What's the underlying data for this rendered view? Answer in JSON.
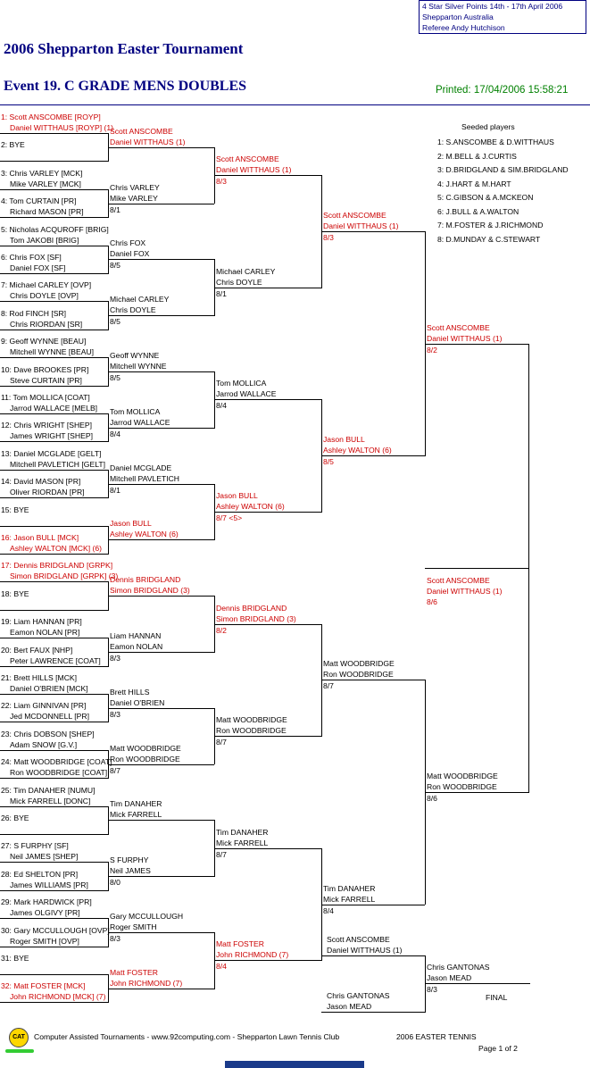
{
  "header_box": {
    "line1": "4 Star Silver Points    14th - 17th April 2006",
    "line2": "Shepparton    Australia",
    "line3": "Referee    Andy Hutchison"
  },
  "tournament_title": "2006 Shepparton Easter Tournament",
  "event_title": "Event 19. C GRADE MENS DOUBLES",
  "printed": "Printed: 17/04/2006 15:58:21",
  "seeded": {
    "heading": "Seeded players",
    "list": [
      "1: S.ANSCOMBE & D.WITTHAUS",
      "2: M.BELL & J.CURTIS",
      "3: D.BRIDGLAND & SIM.BRIDGLAND",
      "4: J.HART & M.HART",
      "5: C.GIBSON & A.MCKEON",
      "6: J.BULL & A.WALTON",
      "7: M.FOSTER & J.RICHMOND",
      "8: D.MUNDAY & C.STEWART"
    ]
  },
  "draw": [
    {
      "a": "1: Scott ANSCOMBE [ROYP]",
      "b": "Daniel WITTHAUS [ROYP] (1)",
      "seed": true
    },
    {
      "a": "2: BYE",
      "b": "",
      "seed": false
    },
    {
      "a": "3: Chris VARLEY [MCK]",
      "b": "Mike VARLEY [MCK]",
      "seed": false
    },
    {
      "a": "4: Tom CURTAIN [PR]",
      "b": "Richard MASON [PR]",
      "seed": false
    },
    {
      "a": "5: Nicholas ACQUROFF [BRIG]",
      "b": "Tom JAKOBI [BRIG]",
      "seed": false
    },
    {
      "a": "6: Chris FOX [SF]",
      "b": "Daniel FOX [SF]",
      "seed": false
    },
    {
      "a": "7: Michael CARLEY [OVP]",
      "b": "Chris DOYLE [OVP]",
      "seed": false
    },
    {
      "a": "8: Rod FINCH [SR]",
      "b": "Chris RIORDAN [SR]",
      "seed": false
    },
    {
      "a": "9: Geoff WYNNE [BEAU]",
      "b": "Mitchell WYNNE [BEAU]",
      "seed": false
    },
    {
      "a": "10: Dave BROOKES [PR]",
      "b": "Steve CURTAIN [PR]",
      "seed": false
    },
    {
      "a": "11: Tom MOLLICA [COAT]",
      "b": "Jarrod WALLACE [MELB]",
      "seed": false
    },
    {
      "a": "12: Chris WRIGHT [SHEP]",
      "b": "James WRIGHT [SHEP]",
      "seed": false
    },
    {
      "a": "13: Daniel MCGLADE [GELT]",
      "b": "Mitchell PAVLETICH [GELT]",
      "seed": false
    },
    {
      "a": "14: David MASON [PR]",
      "b": "Oliver RIORDAN [PR]",
      "seed": false
    },
    {
      "a": "15: BYE",
      "b": "",
      "seed": false
    },
    {
      "a": "16: Jason BULL [MCK]",
      "b": "Ashley WALTON [MCK] (6)",
      "seed": true
    },
    {
      "a": "17: Dennis BRIDGLAND [GRPK]",
      "b": "Simon BRIDGLAND [GRPK] (3)",
      "seed": true
    },
    {
      "a": "18: BYE",
      "b": "",
      "seed": false
    },
    {
      "a": "19: Liam HANNAN [PR]",
      "b": "Eamon NOLAN [PR]",
      "seed": false
    },
    {
      "a": "20: Bert FAUX [NHP]",
      "b": "Peter LAWRENCE [COAT]",
      "seed": false
    },
    {
      "a": "21: Brett HILLS [MCK]",
      "b": "Daniel O'BRIEN [MCK]",
      "seed": false
    },
    {
      "a": "22: Liam GINNIVAN [PR]",
      "b": "Jed MCDONNELL [PR]",
      "seed": false
    },
    {
      "a": "23: Chris DOBSON [SHEP]",
      "b": "Adam SNOW [G.V.]",
      "seed": false
    },
    {
      "a": "24: Matt WOODBRIDGE [COAT]",
      "b": "Ron WOODBRIDGE [COAT]",
      "seed": false
    },
    {
      "a": "25: Tim DANAHER [NUMU]",
      "b": "Mick FARRELL [DONC]",
      "seed": false
    },
    {
      "a": "26: BYE",
      "b": "",
      "seed": false
    },
    {
      "a": "27: S FURPHY [SF]",
      "b": "Neil JAMES [SHEP]",
      "seed": false
    },
    {
      "a": "28: Ed SHELTON [PR]",
      "b": "James WILLIAMS [PR]",
      "seed": false
    },
    {
      "a": "29: Mark HARDWICK [PR]",
      "b": "James OLGIVY [PR]",
      "seed": false
    },
    {
      "a": "30: Gary MCCULLOUGH [OVP]",
      "b": "Roger SMITH [OVP]",
      "seed": false
    },
    {
      "a": "31: BYE",
      "b": "",
      "seed": false
    },
    {
      "a": "32: Matt FOSTER [MCK]",
      "b": "John RICHMOND [MCK] (7)",
      "seed": true
    }
  ],
  "round2": [
    {
      "a": "Scott ANSCOMBE",
      "b": "Daniel WITTHAUS (1)",
      "score": "",
      "seed": true
    },
    {
      "a": "Chris VARLEY",
      "b": "Mike VARLEY",
      "score": "8/1",
      "seed": false
    },
    {
      "a": "Chris FOX",
      "b": "Daniel FOX",
      "score": "8/5",
      "seed": false
    },
    {
      "a": "Michael CARLEY",
      "b": "Chris DOYLE",
      "score": "8/5",
      "seed": false
    },
    {
      "a": "Geoff WYNNE",
      "b": "Mitchell WYNNE",
      "score": "8/5",
      "seed": false
    },
    {
      "a": "Tom MOLLICA",
      "b": "Jarrod WALLACE",
      "score": "8/4",
      "seed": false
    },
    {
      "a": "Daniel MCGLADE",
      "b": "Mitchell PAVLETICH",
      "score": "8/1",
      "seed": false
    },
    {
      "a": "Jason BULL",
      "b": "Ashley WALTON (6)",
      "score": "",
      "seed": true
    },
    {
      "a": "Dennis BRIDGLAND",
      "b": "Simon BRIDGLAND (3)",
      "score": "",
      "seed": true
    },
    {
      "a": "Liam HANNAN",
      "b": "Eamon NOLAN",
      "score": "8/3",
      "seed": false
    },
    {
      "a": "Brett HILLS",
      "b": "Daniel O'BRIEN",
      "score": "8/3",
      "seed": false
    },
    {
      "a": "Matt WOODBRIDGE",
      "b": "Ron WOODBRIDGE",
      "score": "8/7",
      "seed": false
    },
    {
      "a": "Tim DANAHER",
      "b": "Mick FARRELL",
      "score": "",
      "seed": false
    },
    {
      "a": "S FURPHY",
      "b": "Neil JAMES",
      "score": "8/0",
      "seed": false
    },
    {
      "a": "Gary MCCULLOUGH",
      "b": "Roger SMITH",
      "score": "8/3",
      "seed": false
    },
    {
      "a": "Matt FOSTER",
      "b": "John RICHMOND (7)",
      "score": "",
      "seed": true
    }
  ],
  "round3": [
    {
      "a": "Scott ANSCOMBE",
      "b": "Daniel WITTHAUS (1)",
      "score": "8/3",
      "seed": true
    },
    {
      "a": "Michael CARLEY",
      "b": "Chris DOYLE",
      "score": "8/1",
      "seed": false
    },
    {
      "a": "Tom MOLLICA",
      "b": "Jarrod WALLACE",
      "score": "8/4",
      "seed": false
    },
    {
      "a": "Jason BULL",
      "b": "Ashley WALTON (6)",
      "score": "8/7 <5>",
      "seed": true
    },
    {
      "a": "Dennis BRIDGLAND",
      "b": "Simon BRIDGLAND (3)",
      "score": "8/2",
      "seed": true
    },
    {
      "a": "Matt WOODBRIDGE",
      "b": "Ron WOODBRIDGE",
      "score": "8/7",
      "seed": false
    },
    {
      "a": "Tim DANAHER",
      "b": "Mick FARRELL",
      "score": "8/7",
      "seed": false
    },
    {
      "a": "Matt FOSTER",
      "b": "John RICHMOND (7)",
      "score": "8/4",
      "seed": true
    }
  ],
  "round4": [
    {
      "a": "Scott ANSCOMBE",
      "b": "Daniel WITTHAUS (1)",
      "score": "8/3",
      "seed": true
    },
    {
      "a": "Jason BULL",
      "b": "Ashley WALTON (6)",
      "score": "8/5",
      "seed": true
    },
    {
      "a": "Matt WOODBRIDGE",
      "b": "Ron WOODBRIDGE",
      "score": "8/7",
      "seed": false
    },
    {
      "a": "Tim DANAHER",
      "b": "Mick FARRELL",
      "score": "8/4",
      "seed": false
    }
  ],
  "round5": [
    {
      "a": "Scott ANSCOMBE",
      "b": "Daniel WITTHAUS (1)",
      "score": "8/2",
      "seed": true
    },
    {
      "a": "Matt WOODBRIDGE",
      "b": "Ron WOODBRIDGE",
      "score": "8/6",
      "seed": false
    }
  ],
  "round6": {
    "a": "Scott ANSCOMBE",
    "b": "Daniel WITTHAUS (1)",
    "score": "8/6",
    "seed": true
  },
  "final": {
    "top_a": "Scott ANSCOMBE",
    "top_b": "Daniel WITTHAUS (1)",
    "bottom_a": "Chris GANTONAS",
    "bottom_b": "Jason MEAD",
    "winner_a": "Chris GANTONAS",
    "winner_b": "Jason MEAD",
    "score": "8/3",
    "label": "FINAL"
  },
  "footer": {
    "logo_text": "CAT",
    "line": "Computer Assisted Tournaments - www.92computing.com -   Shepparton Lawn Tennis Club",
    "event": "2006 EASTER TENNIS",
    "page": "Page 1 of 2"
  },
  "colors": {
    "seed_red": "#cc0000",
    "navy": "#000080",
    "printed_green": "#008000"
  }
}
